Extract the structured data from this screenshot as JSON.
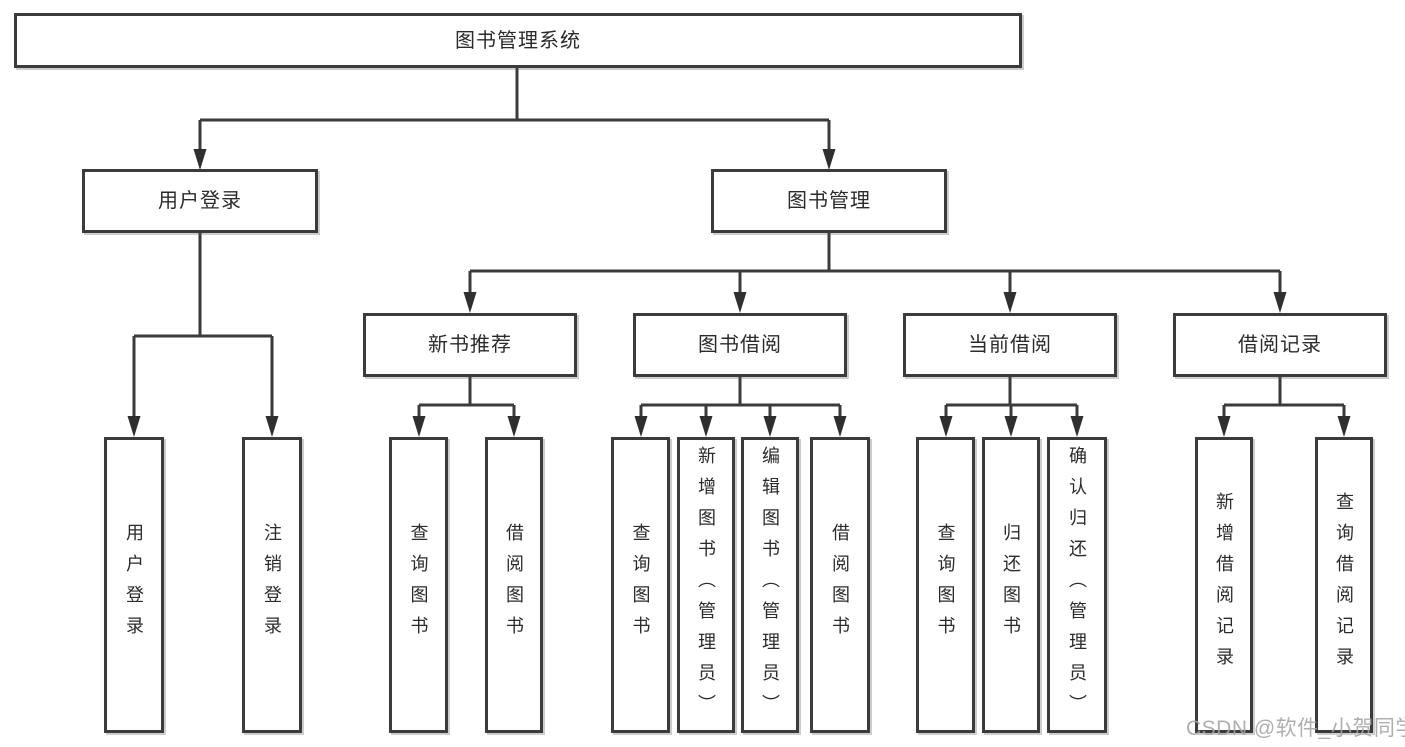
{
  "root": {
    "label": "图书管理系统"
  },
  "branches": [
    {
      "label": "用户登录",
      "children": [
        {
          "label": "用户登录"
        },
        {
          "label": "注销登录"
        }
      ]
    },
    {
      "label": "图书管理",
      "children": [
        {
          "label": "新书推荐",
          "children": [
            {
              "label": "查询图书"
            },
            {
              "label": "借阅图书"
            }
          ]
        },
        {
          "label": "图书借阅",
          "children": [
            {
              "label": "查询图书"
            },
            {
              "label": "新增图书（管理员）"
            },
            {
              "label": "编辑图书（管理员）"
            },
            {
              "label": "借阅图书"
            }
          ]
        },
        {
          "label": "当前借阅",
          "children": [
            {
              "label": "查询图书"
            },
            {
              "label": "归还图书"
            },
            {
              "label": "确认归还（管理员）"
            }
          ]
        },
        {
          "label": "借阅记录",
          "children": [
            {
              "label": "新增借阅记录"
            },
            {
              "label": "查询借阅记录"
            }
          ]
        }
      ]
    }
  ],
  "watermark": {
    "text": "CSDN @软件_小贺同学"
  },
  "colors": {
    "line": "#3b3b3b",
    "text": "#2b2b2b",
    "box_background": "#ffffff",
    "watermark": "#a5a5a5"
  }
}
